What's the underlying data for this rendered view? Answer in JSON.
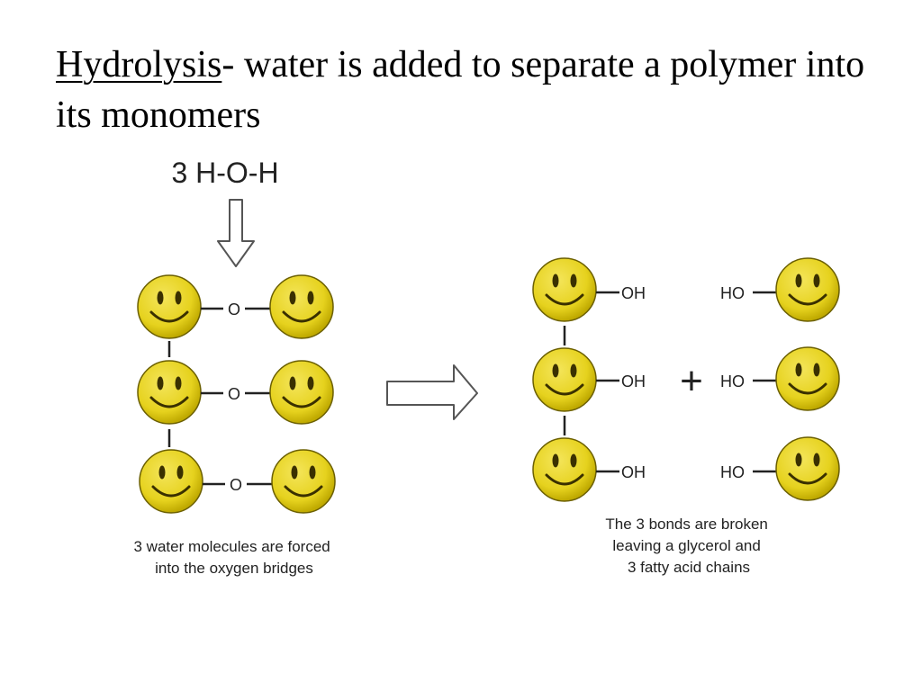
{
  "title": {
    "term": "Hydrolysis",
    "dash": "- ",
    "definition": " water is added to separate a polymer into its monomers"
  },
  "diagram": {
    "water_label": "3 H-O-H",
    "oxygen_label": "O",
    "hydroxyl_right_label": "OH",
    "hydroxyl_left_label": "HO",
    "plus_sign": "+",
    "left_caption": [
      "3 water molecules are forced",
      "into the oxygen bridges"
    ],
    "right_caption": [
      "The 3 bonds are broken",
      "leaving a glycerol and",
      "3 fatty acid chains"
    ],
    "colors": {
      "face": "#e6d21e",
      "face_shade": "#c9b400",
      "arrow_stroke": "#555555"
    }
  }
}
